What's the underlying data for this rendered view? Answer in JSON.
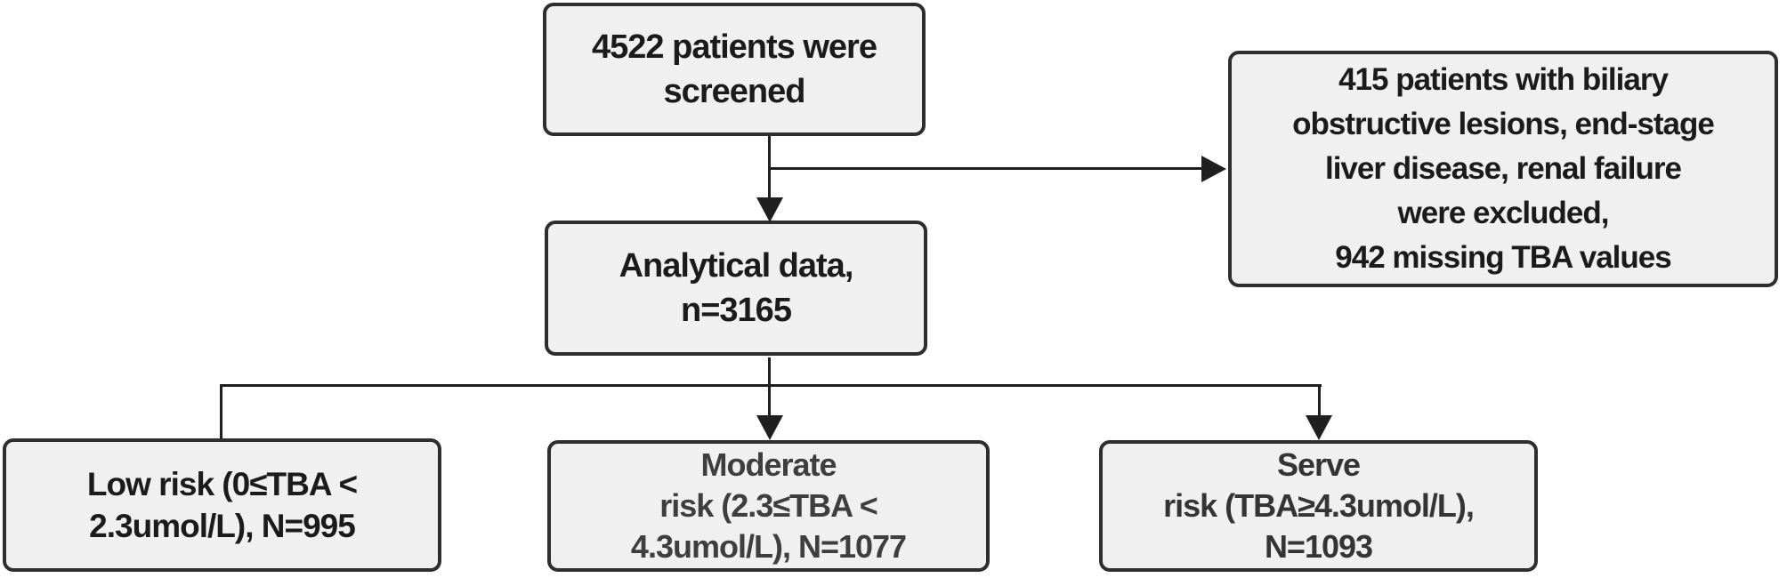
{
  "diagram": {
    "type": "flowchart",
    "colors": {
      "background": "#ffffff",
      "box_fill": "#f0f0f0",
      "box_border": "#2e2e2e",
      "connector": "#1f1f1f",
      "text_primary": "#1b1b1b",
      "text_secondary": "#3e3e3e"
    },
    "nodes": {
      "screened": {
        "lines": [
          "4522 patients were",
          "screened"
        ]
      },
      "excluded": {
        "lines": [
          "415 patients with biliary",
          "obstructive lesions, end-stage",
          "liver disease, renal failure",
          "were excluded,",
          "942 missing TBA values"
        ]
      },
      "analytical": {
        "lines": [
          "Analytical data,",
          "n=3165"
        ]
      },
      "low_risk": {
        "lines": [
          "Low risk (0≤TBA <",
          "2.3umol/L), N=995"
        ]
      },
      "moderate_risk": {
        "lines": [
          "Moderate",
          "risk (2.3≤TBA <",
          "4.3umol/L), N=1077"
        ]
      },
      "severe_risk": {
        "lines": [
          "Serve",
          "risk (TBA≥4.3umol/L),",
          "N=1093"
        ]
      }
    }
  }
}
